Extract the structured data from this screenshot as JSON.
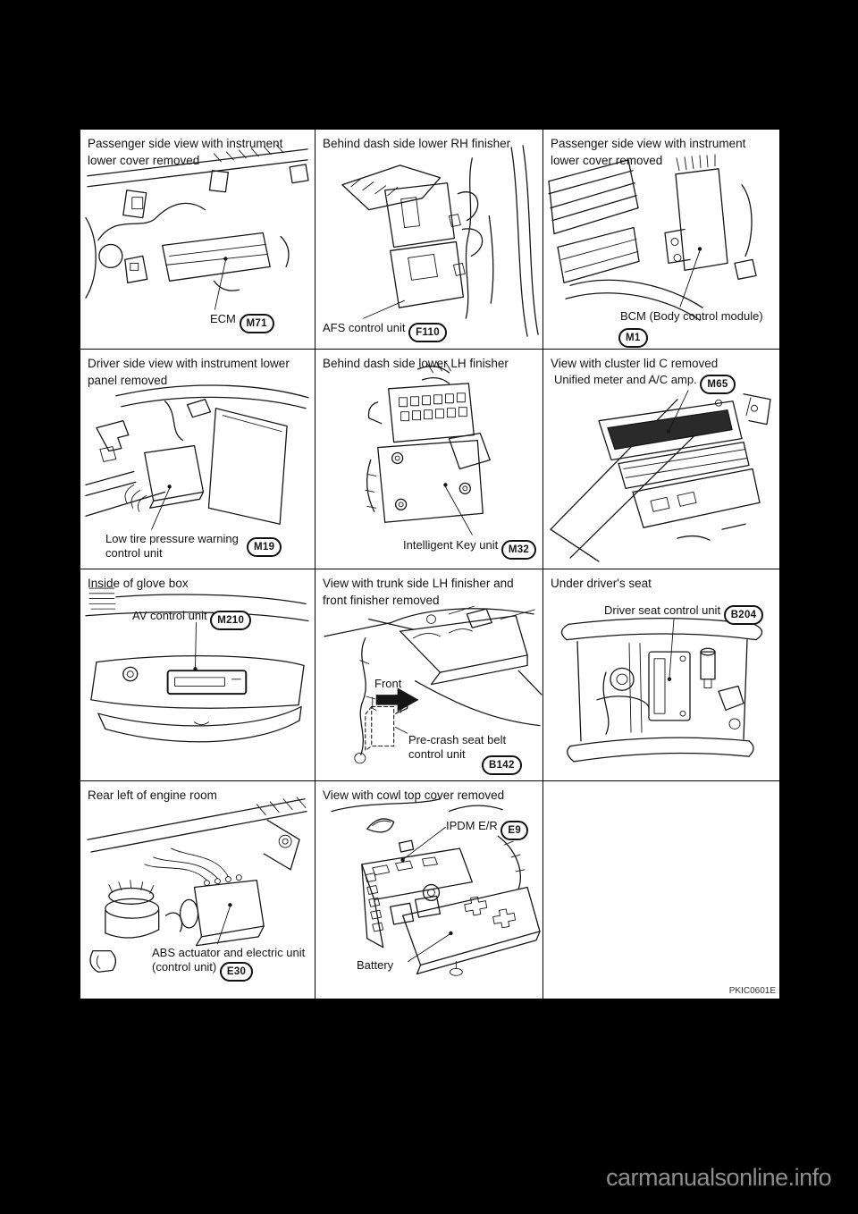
{
  "colors": {
    "page_bg": "#000000",
    "sheet_bg": "#ffffff",
    "ink": "#141414",
    "watermark_gray": "#8d8d8d"
  },
  "watermark": "carmanualsonline.info",
  "figure_code": "PKIC0601E",
  "cells": {
    "r1c1": {
      "caption": "Passenger side view with instrument lower cover removed",
      "label": "ECM",
      "code": "M71"
    },
    "r1c2": {
      "caption": "Behind dash side lower RH finisher",
      "label": "AFS control unit",
      "code": "F110"
    },
    "r1c3": {
      "caption": "Passenger side view with instrument lower cover removed",
      "label": "BCM (Body control module)",
      "code": "M1"
    },
    "r2c1": {
      "caption": "Driver side view with instrument lower panel removed",
      "label": "Low tire pressure warning control unit",
      "code": "M19"
    },
    "r2c2": {
      "caption": "Behind dash side lower LH finisher",
      "label": "Intelligent Key unit",
      "code": "M32"
    },
    "r2c3": {
      "caption": "View with cluster lid C removed",
      "label": "Unified meter and A/C amp.",
      "code": "M65"
    },
    "r3c1": {
      "caption": "Inside of glove box",
      "label": "AV control unit",
      "code": "M210"
    },
    "r3c2": {
      "caption": "View with trunk side LH finisher and front finisher removed",
      "front_label": "Front",
      "label": "Pre-crash seat belt control unit",
      "code": "B142"
    },
    "r3c3": {
      "caption": "Under driver's seat",
      "label": "Driver seat control unit",
      "code": "B204"
    },
    "r4c1": {
      "caption": "Rear left of engine room",
      "label": "ABS actuator and electric unit (control unit)",
      "code": "E30"
    },
    "r4c2": {
      "caption": "View with cowl top cover removed",
      "label": "IPDM E/R",
      "code": "E9",
      "battery_label": "Battery"
    },
    "r4c3": {
      "caption": ""
    }
  }
}
